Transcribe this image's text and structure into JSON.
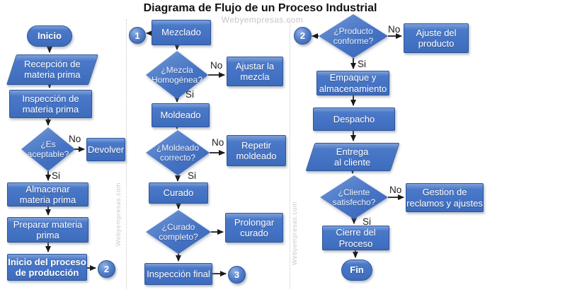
{
  "title": "Diagrama de Flujo de un Proceso Industrial",
  "watermark": "Webyempresas.com",
  "decision_labels": {
    "yes": "Si",
    "no": "No"
  },
  "connectors": {
    "c1": "1",
    "c2": "2",
    "c3": "3"
  },
  "colors": {
    "shape_fill": "#4472C4",
    "shape_border": "#2F5597",
    "shape_text": "#FFFFFF",
    "arrow": "#1A1A1A",
    "title_text": "#111111",
    "watermark": "#C5C5C5",
    "separator": "#C8C8C8"
  },
  "nodes": {
    "inicio": "Inicio",
    "recepcion": "Recepción de\nmateria prima",
    "inspeccion": "Inspección de\nmateria prima",
    "aceptable": "¿Es\naceptable?",
    "devolver": "Devolver",
    "almacenar": "Almacenar\nmateria prima",
    "preparar": "Preparar materia\nprima",
    "inicio_proceso": "Inicio del proceso\nde producción",
    "mezclado": "Mezclado",
    "mezcla_homogenea": "¿Mezcla\nHomogénea?",
    "ajustar_mezcla": "Ajustar la\nmezcla",
    "moldeado": "Moldeado",
    "moldeado_correcto": "¿Moldeado\ncorrecto?",
    "repetir_moldeado": "Repetir\nmoldeado",
    "curado": "Curado",
    "curado_completo": "¿Curado\ncompleto?",
    "prolongar_curado": "Prolongar\ncurado",
    "inspeccion_final": "Inspección final",
    "producto_conforme": "¿Producto\nconforme?",
    "ajuste_producto": "Ajuste del\nproducto",
    "empaque": "Empaque y\nalmacenamiento",
    "despacho": "Despacho",
    "entrega": "Entrega\nal cliente",
    "cliente_satisfecho": "¿Cliente\nsatisfecho?",
    "gestion_reclamos": "Gestion de\nreclamos y ajustes",
    "cierre": "Cierre del\nProceso",
    "fin": "Fin"
  }
}
